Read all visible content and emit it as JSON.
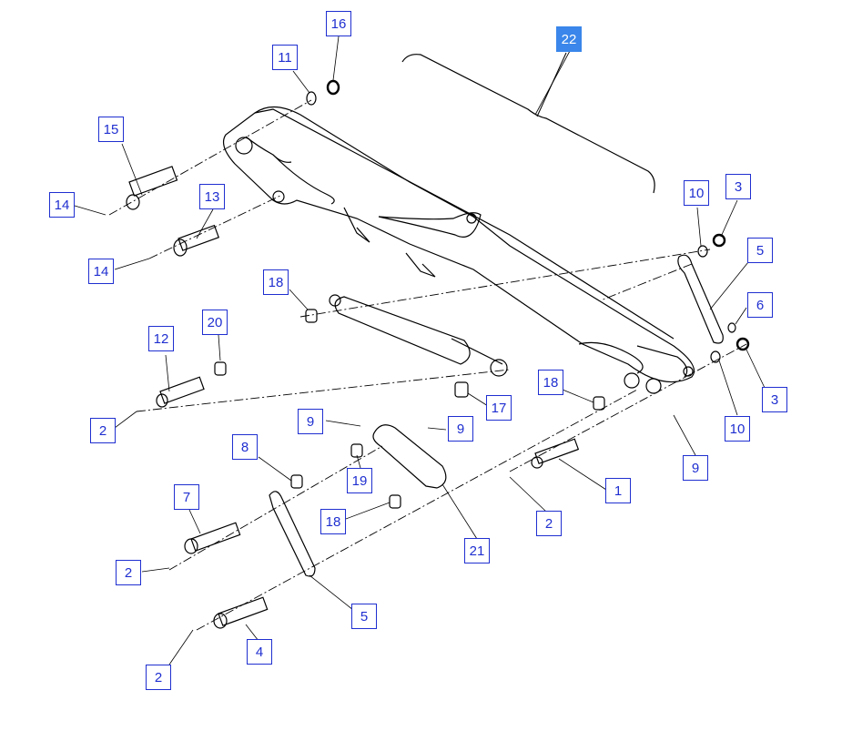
{
  "diagram": {
    "callouts": [
      {
        "id": "c22",
        "label": "22",
        "highlighted": true
      },
      {
        "id": "c16",
        "label": "16"
      },
      {
        "id": "c11",
        "label": "11"
      },
      {
        "id": "c15",
        "label": "15"
      },
      {
        "id": "c14a",
        "label": "14"
      },
      {
        "id": "c13",
        "label": "13"
      },
      {
        "id": "c14b",
        "label": "14"
      },
      {
        "id": "c18a",
        "label": "18"
      },
      {
        "id": "c20",
        "label": "20"
      },
      {
        "id": "c12",
        "label": "12"
      },
      {
        "id": "c2a",
        "label": "2"
      },
      {
        "id": "c10a",
        "label": "10"
      },
      {
        "id": "c3a",
        "label": "3"
      },
      {
        "id": "c5a",
        "label": "5"
      },
      {
        "id": "c6",
        "label": "6"
      },
      {
        "id": "c3b",
        "label": "3"
      },
      {
        "id": "c10b",
        "label": "10"
      },
      {
        "id": "c9a",
        "label": "9"
      },
      {
        "id": "c18b",
        "label": "18"
      },
      {
        "id": "c17",
        "label": "17"
      },
      {
        "id": "c9b",
        "label": "9"
      },
      {
        "id": "c9c",
        "label": "9"
      },
      {
        "id": "c8",
        "label": "8"
      },
      {
        "id": "c19",
        "label": "19"
      },
      {
        "id": "c1",
        "label": "1"
      },
      {
        "id": "c7",
        "label": "7"
      },
      {
        "id": "c18c",
        "label": "18"
      },
      {
        "id": "c2b",
        "label": "2"
      },
      {
        "id": "c21",
        "label": "21"
      },
      {
        "id": "c2c",
        "label": "2"
      },
      {
        "id": "c5b",
        "label": "5"
      },
      {
        "id": "c4",
        "label": "4"
      },
      {
        "id": "c2d",
        "label": "2"
      }
    ],
    "colors": {
      "callout_border": "#1f2fd0",
      "callout_text": "#1f2fd0",
      "highlight": "#3a86ea",
      "line": "#000000"
    }
  }
}
